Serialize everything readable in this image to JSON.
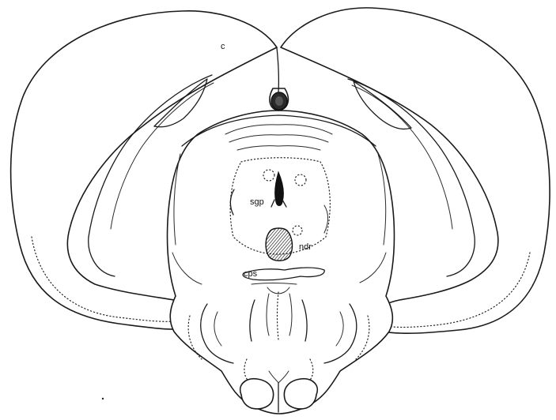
{
  "labels": {
    "cortex": "c",
    "sgp": "sgp",
    "ndr": "ndr",
    "cps": "cps"
  },
  "colors": {
    "ink": "#1a1a1a",
    "paper": "#ffffff",
    "hatch": "#111111"
  }
}
